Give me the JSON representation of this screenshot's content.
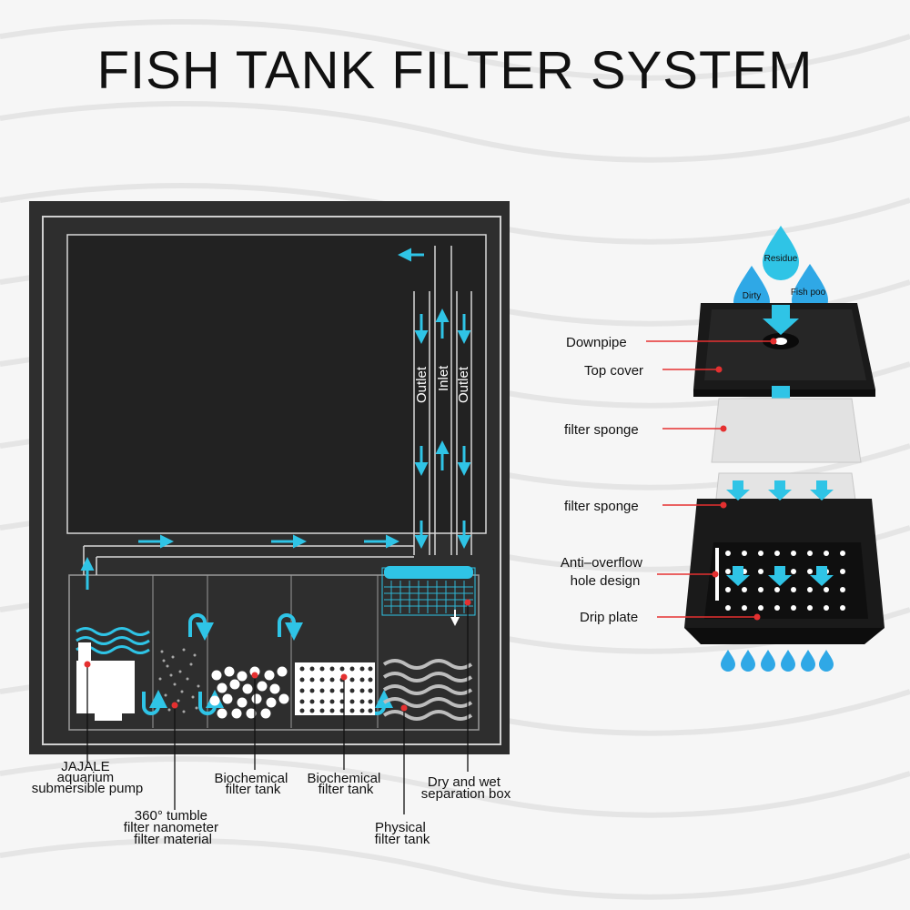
{
  "title": "FISH TANK FILTER SYSTEM",
  "pipes": {
    "outlet_left": "Outlet",
    "inlet": "Inlet",
    "outlet_right": "Outlet"
  },
  "bottom_labels": {
    "pump": [
      "JAJALE",
      "aquarium",
      "submersible pump"
    ],
    "tumble": [
      "360° tumble",
      "filter nanometer",
      "filter material"
    ],
    "bio1": [
      "Biochemical",
      "filter tank"
    ],
    "bio2": [
      "Biochemical",
      "filter tank"
    ],
    "physical": [
      "Physical",
      "filter tank"
    ],
    "drywet": [
      "Dry and wet",
      "separation box"
    ]
  },
  "drops": {
    "residue": "Residue",
    "dirty": "Dirty",
    "fishpoo": "Fish poo"
  },
  "right_labels": {
    "downpipe": "Downpipe",
    "top_cover": "Top cover",
    "sponge1": "filter sponge",
    "sponge2": "filter sponge",
    "anti_overflow": [
      "Anti–overflow",
      "hole design"
    ],
    "drip_plate": "Drip plate"
  },
  "colors": {
    "accent": "#2fc4e6",
    "callout": "#e53030",
    "panel": "#2e2e2e"
  }
}
